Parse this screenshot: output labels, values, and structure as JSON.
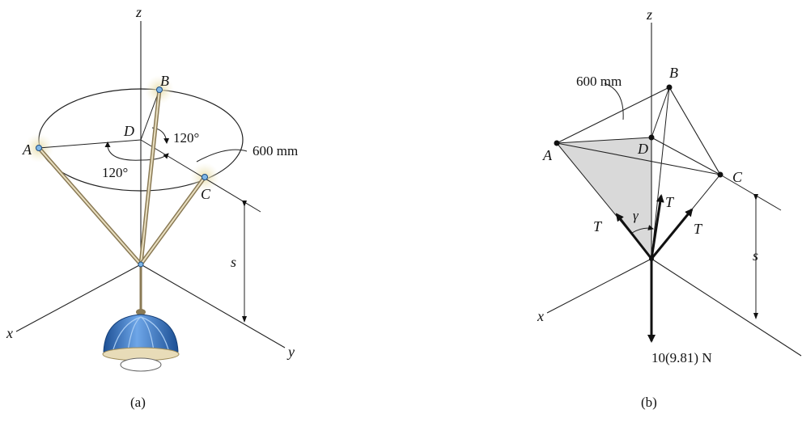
{
  "figure_a": {
    "caption": "(a)",
    "labels": {
      "z": "z",
      "x": "x",
      "y": "y",
      "A": "A",
      "B": "B",
      "C": "C",
      "D": "D",
      "angle_top": "120°",
      "angle_bottom": "120°",
      "radius": "600 mm",
      "s": "s"
    }
  },
  "figure_b": {
    "caption": "(b)",
    "labels": {
      "z": "z",
      "x": "x",
      "A": "A",
      "B": "B",
      "C": "C",
      "D": "D",
      "radius": "600 mm",
      "s": "s",
      "T_left": "T",
      "T_mid": "T",
      "T_right": "T",
      "gamma": "γ",
      "weight": "10(9.81) N"
    }
  },
  "colors": {
    "lamp_shade": "#3f7fd0",
    "lamp_shade_dark": "#1c4f94",
    "highlight": "#efe6b8",
    "triangle_fill": "#d9d9d9"
  }
}
